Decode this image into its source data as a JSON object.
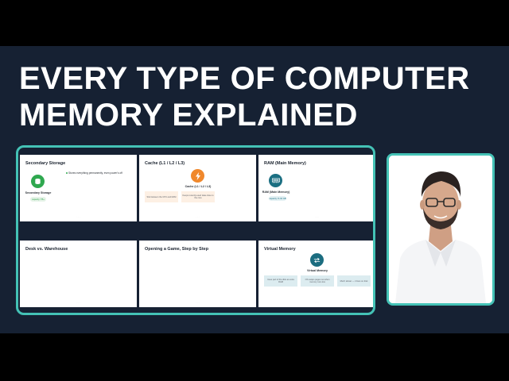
{
  "headline": {
    "line1": "EVERY TYPE OF COMPUTER",
    "line2": "MEMORY EXPLAINED"
  },
  "slides": [
    {
      "title": "Secondary Storage",
      "icon": "storage-icon",
      "icon_label": "Secondary Storage",
      "bullet": "Stores everything permanently, even power's off",
      "pill": "capacity: TB+"
    },
    {
      "title": "Cache (L1 / L2 / L3)",
      "icon": "lightning-icon",
      "icon_label": "Cache (L1 / L2 / L3)",
      "box_left": "Sits between the CPU and RAM",
      "box_right": "Keeps recently-used data close to the core"
    },
    {
      "title": "RAM (Main Memory)",
      "icon": "ram-chip-icon",
      "icon_label": "RAM (Main Memory)",
      "pill": "capacity: 8–64 GB"
    },
    {
      "title": "Desk vs. Warehouse"
    },
    {
      "title": "Opening a Game, Step by Step"
    },
    {
      "title": "Virtual Memory",
      "icon": "swap-arrows-icon",
      "icon_label": "Virtual Memory",
      "box1": "Uses part of the disk as extra RAM",
      "box2": "OS swaps pages out when memory runs low",
      "box3": "Much slower — it lives on disk"
    }
  ],
  "colors": {
    "accent_border": "#44c2b6",
    "background": "#162133",
    "storage_green": "#2fa84f",
    "cache_orange": "#f0882c",
    "ram_teal": "#1b6f82",
    "vm_teal": "#1c6d80"
  }
}
